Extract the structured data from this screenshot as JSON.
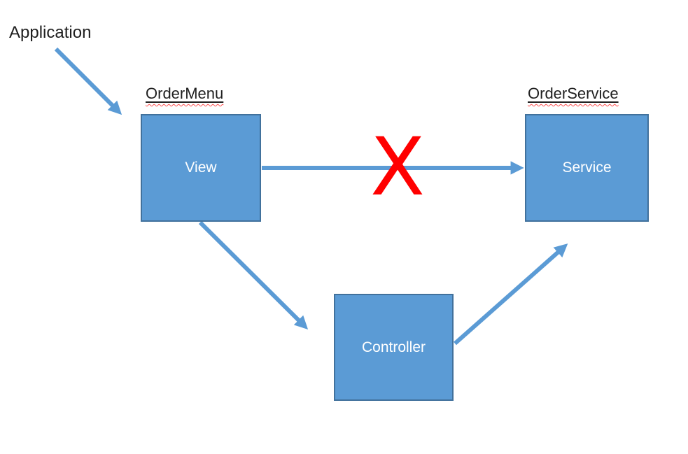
{
  "diagram": {
    "annotation": {
      "application": "Application"
    },
    "shape_labels": {
      "order_menu": "OrderMenu",
      "order_service": "OrderService"
    },
    "boxes": {
      "view": "View",
      "service": "Service",
      "controller": "Controller"
    },
    "x_mark": "X",
    "arrows": [
      "application-to-view",
      "view-to-service-blocked",
      "view-to-controller",
      "controller-to-service"
    ]
  },
  "colors": {
    "box_fill": "#5B9BD5",
    "box_border": "#41719C",
    "arrow": "#5B9BD5",
    "x_mark": "#FF0000",
    "label_text": "#1F1F1F",
    "box_text": "#FFFFFF",
    "squiggle": "#FF5050",
    "background": "#FFFFFF"
  }
}
